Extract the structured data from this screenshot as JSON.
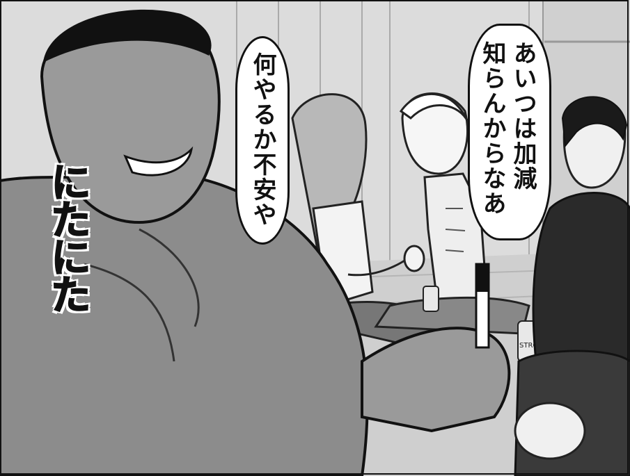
{
  "speech_left": {
    "text": "何やるか不安や"
  },
  "speech_right": {
    "line1": "あいつは加減",
    "line2": "知らんからなあ"
  },
  "sound_effect": {
    "text": "にたにた"
  },
  "cans": {
    "label": "STRONG"
  }
}
